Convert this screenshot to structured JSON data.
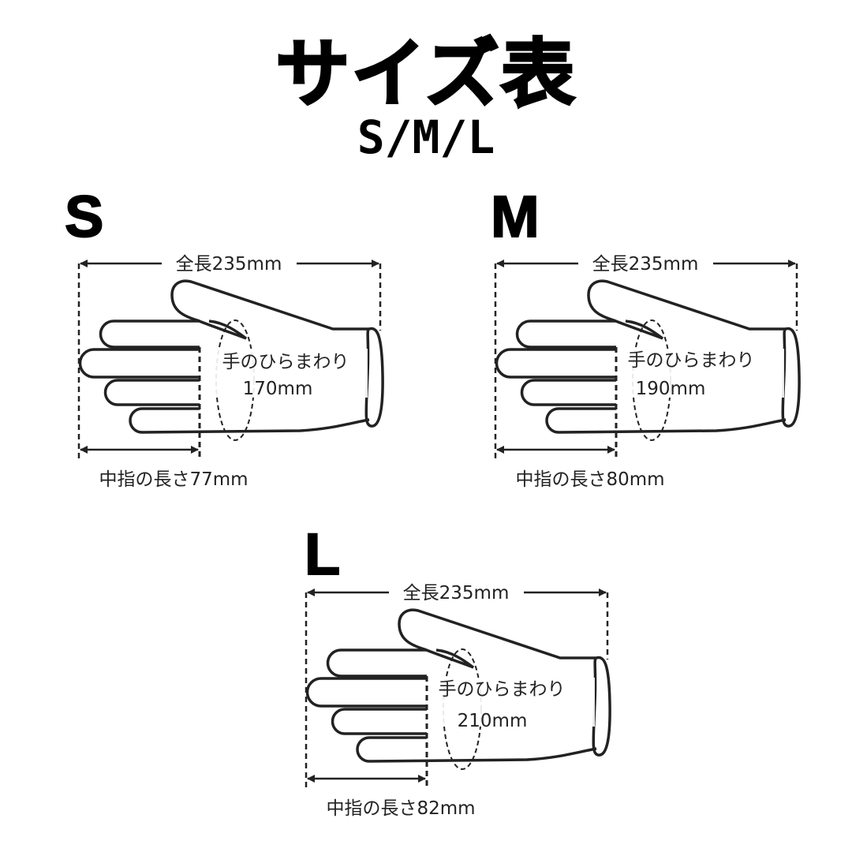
{
  "title": "サイズ表",
  "subtitle": "S/M/L",
  "sizes": [
    {
      "name": "S",
      "total_length": "全長235mm",
      "palm_label": "手のひらまわり",
      "palm": "170mm",
      "middle_finger": "中指の長さ77mm"
    },
    {
      "name": "M",
      "total_length": "全長235mm",
      "palm_label": "手のひらまわり",
      "palm": "190mm",
      "middle_finger": "中指の長さ80mm"
    },
    {
      "name": "L",
      "total_length": "全長235mm",
      "palm_label": "手のひらまわり",
      "palm": "210mm",
      "middle_finger": "中指の長さ82mm"
    }
  ]
}
